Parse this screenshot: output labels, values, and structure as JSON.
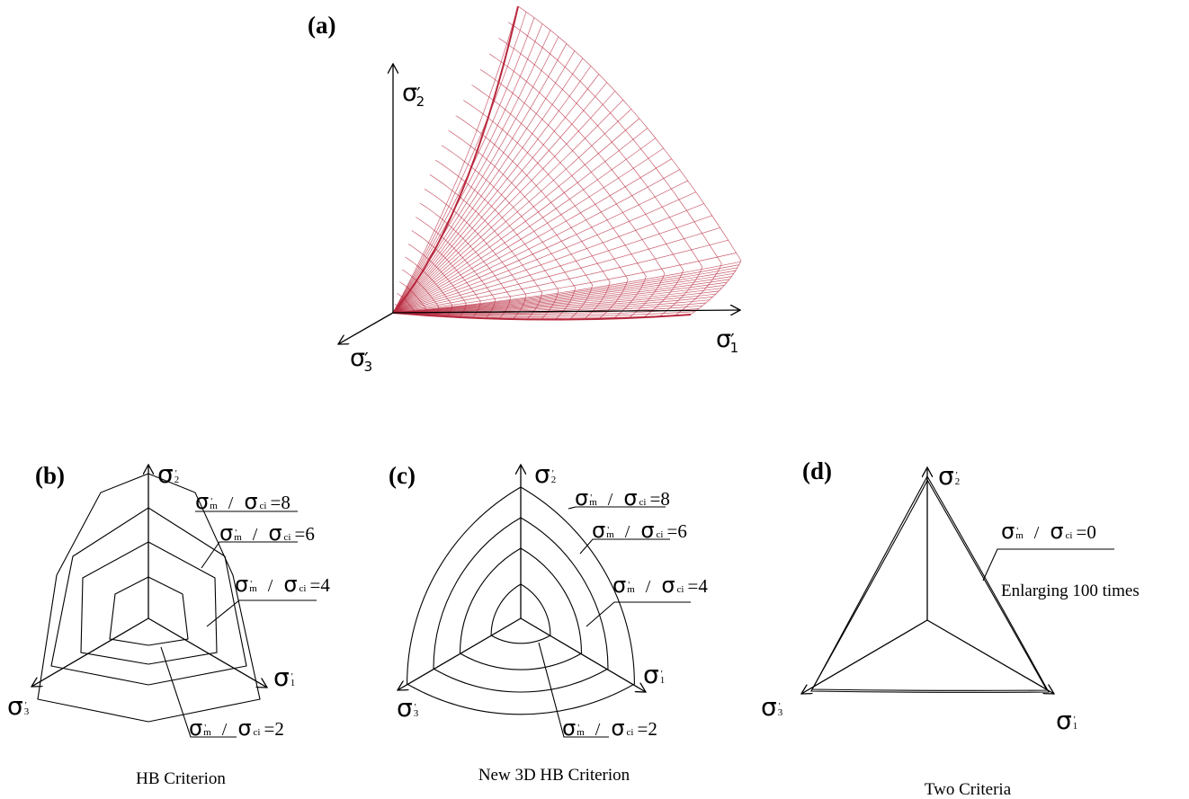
{
  "panel_a": {
    "label": "(a)",
    "axes": {
      "s1": "σ",
      "s1_sub": "1",
      "s2": "σ",
      "s2_sub": "2",
      "s3": "σ",
      "s3_sub": "3"
    }
  },
  "panel_b": {
    "label": "(b)",
    "caption": "HB Criterion",
    "axes": {
      "s1": "σ",
      "s1_sub": "1",
      "s2": "σ",
      "s2_sub": "2",
      "s3": "σ",
      "s3_sub": "3"
    },
    "contours": [
      {
        "sigma": "σ",
        "m_sub": "m",
        "slash": "/",
        "ci_sub": "ci",
        "value": "=8"
      },
      {
        "sigma": "σ",
        "m_sub": "m",
        "slash": "/",
        "ci_sub": "ci",
        "value": "=6"
      },
      {
        "sigma": "σ",
        "m_sub": "m",
        "slash": "/",
        "ci_sub": "ci",
        "value": "=4"
      },
      {
        "sigma": "σ",
        "m_sub": "m",
        "slash": "/",
        "ci_sub": "ci",
        "value": "=2"
      }
    ]
  },
  "panel_c": {
    "label": "(c)",
    "caption": "New 3D HB Criterion",
    "axes": {
      "s1": "σ",
      "s1_sub": "1",
      "s2": "σ",
      "s2_sub": "2",
      "s3": "σ",
      "s3_sub": "3"
    },
    "contours": [
      {
        "sigma": "σ",
        "m_sub": "m",
        "slash": "/",
        "ci_sub": "ci",
        "value": "=8"
      },
      {
        "sigma": "σ",
        "m_sub": "m",
        "slash": "/",
        "ci_sub": "ci",
        "value": "=6"
      },
      {
        "sigma": "σ",
        "m_sub": "m",
        "slash": "/",
        "ci_sub": "ci",
        "value": "=4"
      },
      {
        "sigma": "σ",
        "m_sub": "m",
        "slash": "/",
        "ci_sub": "ci",
        "value": "=2"
      }
    ]
  },
  "panel_d": {
    "label": "(d)",
    "caption": "Two Criteria",
    "axes": {
      "s1": "σ",
      "s1_sub": "1",
      "s2": "σ",
      "s2_sub": "2",
      "s3": "σ",
      "s3_sub": "3"
    },
    "contour": {
      "sigma": "σ",
      "m_sub": "m",
      "slash": "/",
      "ci_sub": "ci",
      "value": "=0"
    },
    "note": "Enlarging 100 times"
  },
  "colors": {
    "mesh": "#b8283d",
    "ink": "#000000",
    "background": "#ffffff"
  }
}
